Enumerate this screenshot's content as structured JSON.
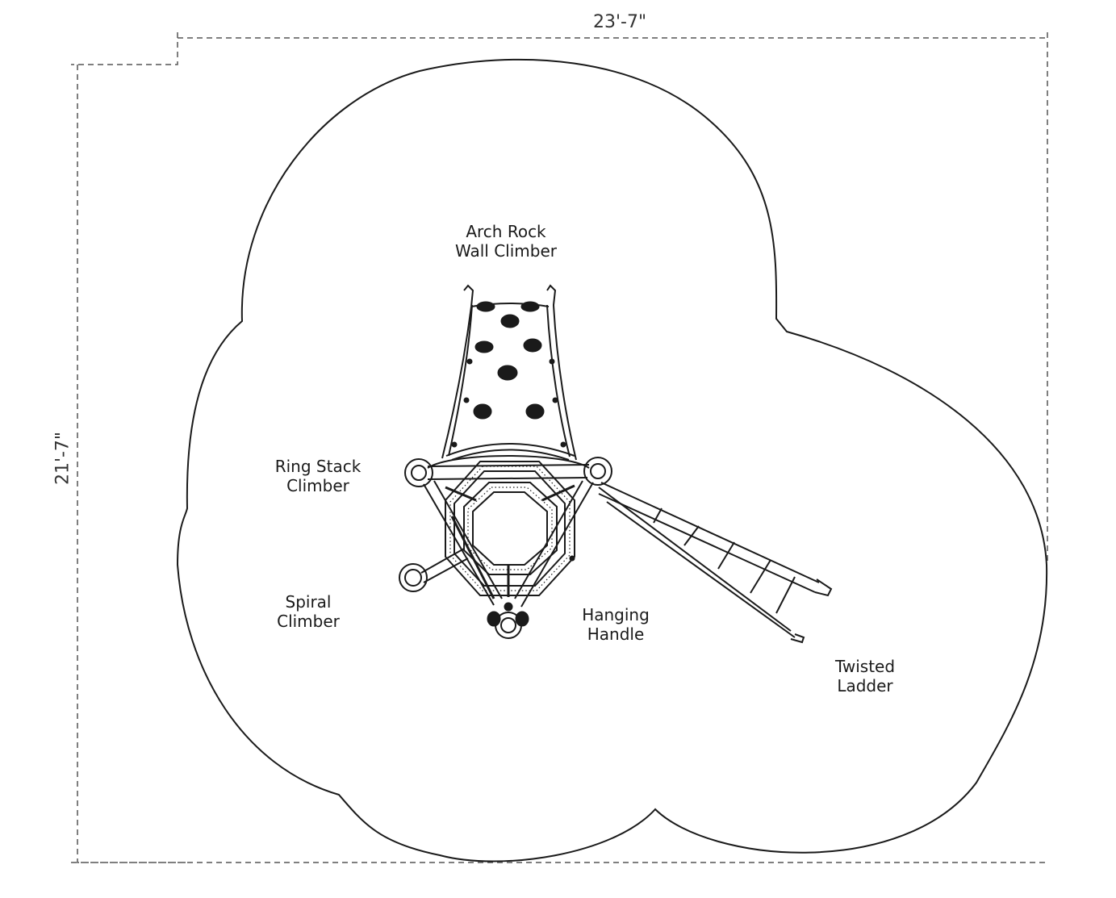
{
  "dimensions": {
    "width": "23'-7\"",
    "height": "21'-7\""
  },
  "labels": {
    "arch_rock": [
      "Arch Rock",
      "Wall Climber"
    ],
    "ring_stack": [
      "Ring Stack",
      "Climber"
    ],
    "spiral": [
      "Spiral",
      "Climber"
    ],
    "hanging": [
      "Hanging",
      "Handle"
    ],
    "twisted": [
      "Twisted",
      "Ladder"
    ]
  },
  "colors": {
    "line": "#1a1a1a",
    "dimension_line": "#555555"
  }
}
